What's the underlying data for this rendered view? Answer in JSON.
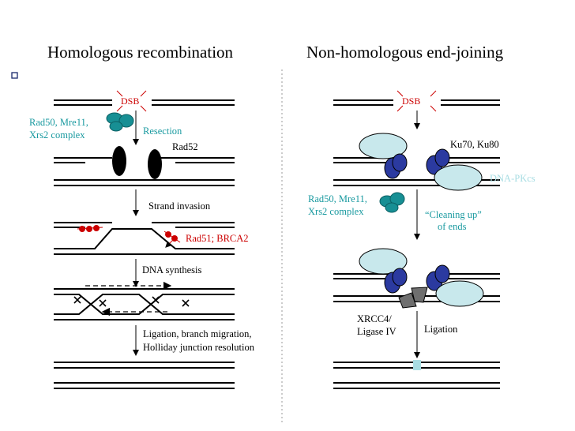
{
  "slide": {
    "bullet_icon": "hollow-square-bullet",
    "colors": {
      "dna": "#000000",
      "dsb_label": "#cc0000",
      "protein_teal": "#178f94",
      "ku_blue": "#2b3aa0",
      "pkcs_fill": "#c8e8ec",
      "label_teal": "#1a9aa0",
      "label_red": "#cc0000",
      "label_pale": "#a8dde3",
      "ligase_gray": "#6f6f6f"
    }
  },
  "hr": {
    "title": "Homologous recombination",
    "dsb_label": "DSB",
    "mrx_label_line1": "Rad50, Mre11,",
    "mrx_label_line2": "Xrs2 complex",
    "resection_label": "Resection",
    "rad52_label": "Rad52",
    "strand_invasion_label": "Strand invasion",
    "rad51_label": "Rad51; BRCA2",
    "dna_synthesis_label": "DNA synthesis",
    "final_step_line1": "Ligation, branch migration,",
    "final_step_line2": "Holliday junction resolution"
  },
  "nhej": {
    "title": "Non-homologous end-joining",
    "dsb_label": "DSB",
    "ku_label": "Ku70, Ku80",
    "pkcs_label": "DNA-PKcs",
    "mrx_label_line1": "Rad50, Mre11,",
    "mrx_label_line2": "Xrs2 complex",
    "cleanup_line1": "“Cleaning up”",
    "cleanup_line2": "of ends",
    "ligase_line1": "XRCC4/",
    "ligase_line2": "Ligase IV",
    "ligation_label": "Ligation"
  }
}
